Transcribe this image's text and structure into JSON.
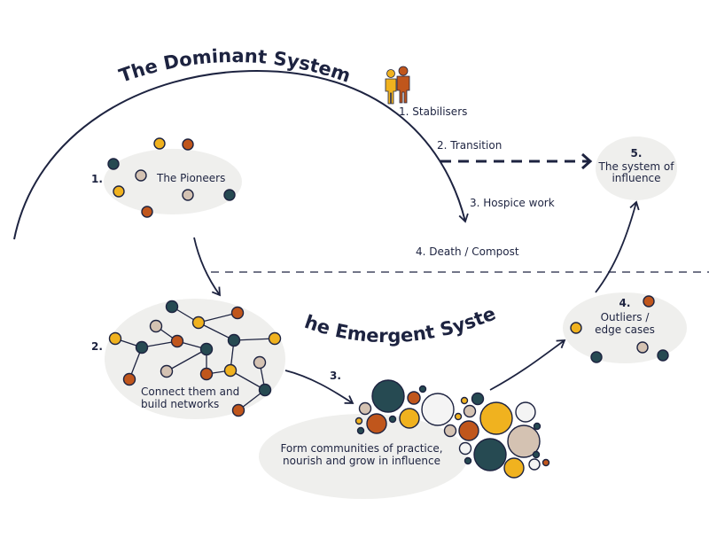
{
  "colors": {
    "navy": "#1d2340",
    "teal": "#264a52",
    "yellow": "#f0b21f",
    "orange": "#c0561c",
    "beige": "#d4c2b2",
    "white": "#f4f4f4",
    "blob": "#efefed"
  },
  "titles": {
    "dominant": "The Dominant System",
    "emergent": "The Emergent System"
  },
  "dominant_labels": {
    "stabilisers": "1. Stabilisers",
    "transition": "2. Transition",
    "hospice": "3. Hospice work",
    "death": "4. Death / Compost"
  },
  "stages": {
    "pioneers": {
      "number": "1.",
      "label": "The Pioneers"
    },
    "networks": {
      "number": "2.",
      "label_line1": "Connect them and",
      "label_line2": "build networks"
    },
    "communities": {
      "number": "3.",
      "label_line1": "Form communities of practice,",
      "label_line2": "nourish and grow in influence"
    },
    "outliers": {
      "number": "4.",
      "label_line1": "Outliers /",
      "label_line2": "edge cases"
    },
    "influence": {
      "number": "5.",
      "label_line1": "The system of",
      "label_line2": "influence"
    }
  },
  "icons": {
    "stabilisers": "people-icon"
  }
}
